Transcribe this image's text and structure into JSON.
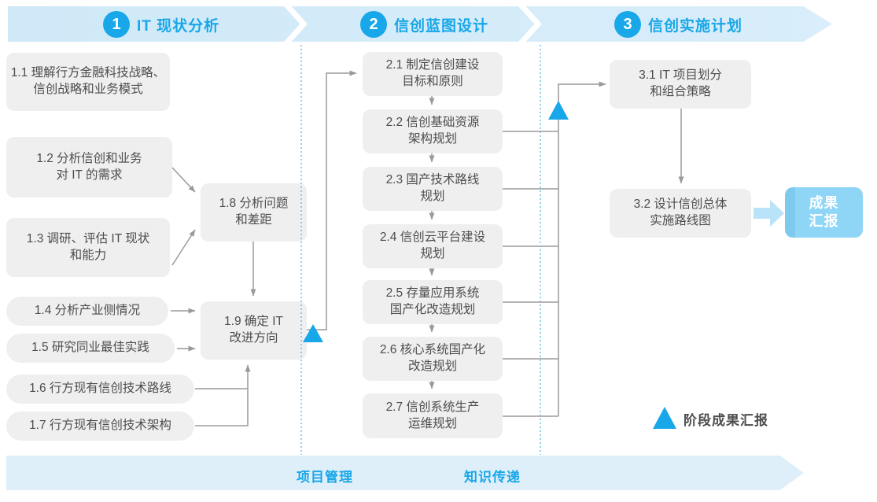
{
  "stages": [
    {
      "number": "1",
      "title": "IT 现状分析"
    },
    {
      "number": "2",
      "title": "信创蓝图设计"
    },
    {
      "number": "3",
      "title": "信创实施计划"
    }
  ],
  "boxes": {
    "b11": "1.1 理解行方金融科技战略、\n信创战略和业务模式",
    "b12": "1.2 分析信创和业务\n对 IT 的需求",
    "b13": "1.3 调研、评估 IT 现状\n和能力",
    "b14": "1.4 分析产业侧情况",
    "b15": "1.5 研究同业最佳实践",
    "b16": "1.6 行方现有信创技术路线",
    "b17": "1.7 行方现有信创技术架构",
    "b18": "1.8 分析问题\n和差距",
    "b19": "1.9 确定 IT\n改进方向",
    "b21": "2.1 制定信创建设\n目标和原则",
    "b22": "2.2 信创基础资源\n架构规划",
    "b23": "2.3 国产技术路线\n规划",
    "b24": "2.4 信创云平台建设\n规划",
    "b25": "2.5 存量应用系统\n国产化改造规划",
    "b26": "2.6 核心系统国产化\n改造规划",
    "b27": "2.7 信创系统生产\n运维规划",
    "b31": "3.1 IT 项目划分\n和组合策略",
    "b32": "3.2 设计信创总体\n实施路线图"
  },
  "result_box": "成果\n汇报",
  "legend": {
    "triangle_label": "阶段成果汇报"
  },
  "footer": {
    "left_label": "项目管理",
    "right_label": "知识传递"
  },
  "colors": {
    "accent": "#18a7e8",
    "band": "#cfe9f8",
    "footer_band": "#dfeffa",
    "box_bg": "#efefef",
    "box_text": "#4d4d4d",
    "connector": "#9a9a9a",
    "result_bg": "#8ed5f6",
    "block_arrow": "#b9e3f8",
    "dotted": "#55b7e8"
  }
}
